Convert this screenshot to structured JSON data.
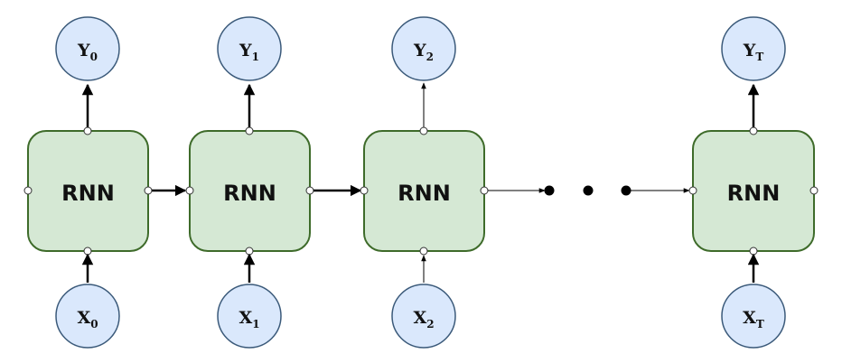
{
  "diagram": {
    "colors": {
      "cell_fill": "#d5e8d4",
      "cell_stroke": "#3e6b2a",
      "node_fill": "#dae8fc",
      "node_stroke": "#3b5a7a",
      "arrow": "#000000"
    },
    "cells": [
      {
        "label": "RNN",
        "input": {
          "main": "X",
          "sub": "0"
        },
        "output": {
          "main": "Y",
          "sub": "0"
        }
      },
      {
        "label": "RNN",
        "input": {
          "main": "X",
          "sub": "1"
        },
        "output": {
          "main": "Y",
          "sub": "1"
        }
      },
      {
        "label": "RNN",
        "input": {
          "main": "X",
          "sub": "2"
        },
        "output": {
          "main": "Y",
          "sub": "2"
        }
      },
      {
        "label": "RNN",
        "input": {
          "main": "X",
          "sub": "T"
        },
        "output": {
          "main": "Y",
          "sub": "T"
        }
      }
    ]
  }
}
